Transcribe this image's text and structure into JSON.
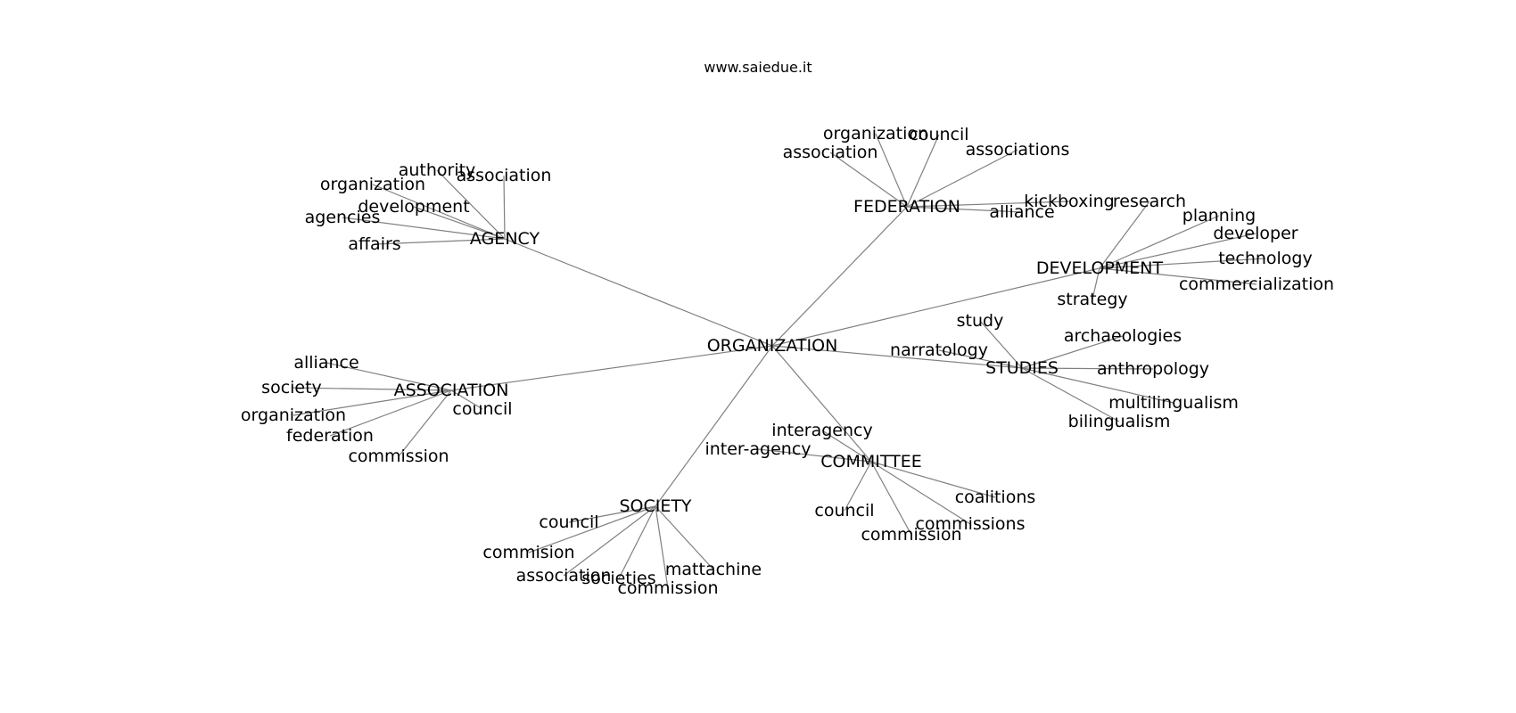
{
  "source": "www.saiedue.it",
  "graph": {
    "root": "ORGANIZATION",
    "hubs": [
      {
        "id": "agency",
        "label": "AGENCY",
        "leaves": [
          "authority",
          "association",
          "organization",
          "development",
          "agencies",
          "affairs"
        ]
      },
      {
        "id": "federation",
        "label": "FEDERATION",
        "leaves": [
          "organization",
          "council",
          "association",
          "associations",
          "kickboxing",
          "alliance"
        ]
      },
      {
        "id": "development",
        "label": "DEVELOPMENT",
        "leaves": [
          "research",
          "planning",
          "developer",
          "technology",
          "commercialization",
          "strategy"
        ]
      },
      {
        "id": "studies",
        "label": "STUDIES",
        "leaves": [
          "study",
          "archaeologies",
          "narratology",
          "anthropology",
          "multilingualism",
          "bilingualism"
        ]
      },
      {
        "id": "association",
        "label": "ASSOCIATION",
        "leaves": [
          "alliance",
          "society",
          "organization",
          "federation",
          "council",
          "commission"
        ]
      },
      {
        "id": "committee",
        "label": "COMMITTEE",
        "leaves": [
          "interagency",
          "inter-agency",
          "coalitions",
          "council",
          "commissions",
          "commission"
        ]
      },
      {
        "id": "society",
        "label": "SOCIETY",
        "leaves": [
          "council",
          "commision",
          "association",
          "societies",
          "mattachine",
          "commission"
        ]
      }
    ]
  },
  "colors": {
    "edge": "#808080",
    "text": "#000000",
    "background": "#ffffff"
  }
}
